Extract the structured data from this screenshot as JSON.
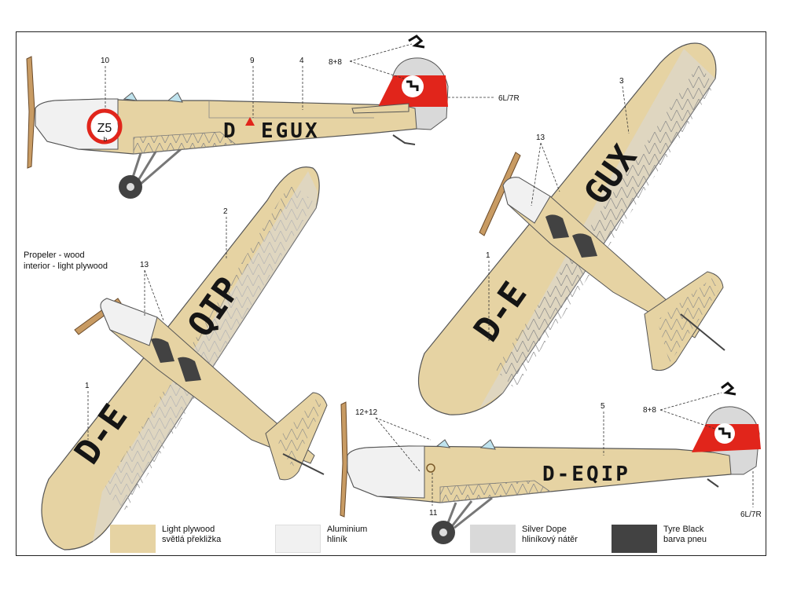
{
  "colors": {
    "plywood": "#e6d3a3",
    "aluminium": "#f1f1f1",
    "silver_dope": "#d9d9d9",
    "tyre_black": "#424242",
    "marking_red": "#e1251b"
  },
  "callouts": {
    "c1": "1",
    "c2": "2",
    "c3": "3",
    "c4": "4",
    "c5": "5",
    "c6": "6L/7R",
    "c6b": "6L/7R",
    "c8": "8+8",
    "c8b": "8+8",
    "c9": "9",
    "c10": "10",
    "c11": "11",
    "c12": "12+12",
    "c13a": "13",
    "c13b": "13"
  },
  "markings": {
    "reg_top_side": "EGUX",
    "reg_top_side_prefix": "D",
    "reg_bottom_side": "D-EQIP",
    "reg_wing_left_a": "D-E",
    "reg_wing_left_b": "QIP",
    "reg_wing_right_a": "D-E",
    "reg_wing_right_b": "GUX",
    "fuselage_code": "Z5",
    "fuselage_code_sub": "b"
  },
  "note": {
    "line1": "Propeler - wood",
    "line2": "interior - light plywood"
  },
  "legend": [
    {
      "name": "Light plywood",
      "local": "světlá překližka",
      "color": "#e6d3a3"
    },
    {
      "name": "Aluminium",
      "local": "hliník",
      "color": "#f1f1f1"
    },
    {
      "name": "Silver Dope",
      "local": "hliníkový nátěr",
      "color": "#d9d9d9"
    },
    {
      "name": "Tyre Black",
      "local": "barva pneu",
      "color": "#424242"
    }
  ]
}
